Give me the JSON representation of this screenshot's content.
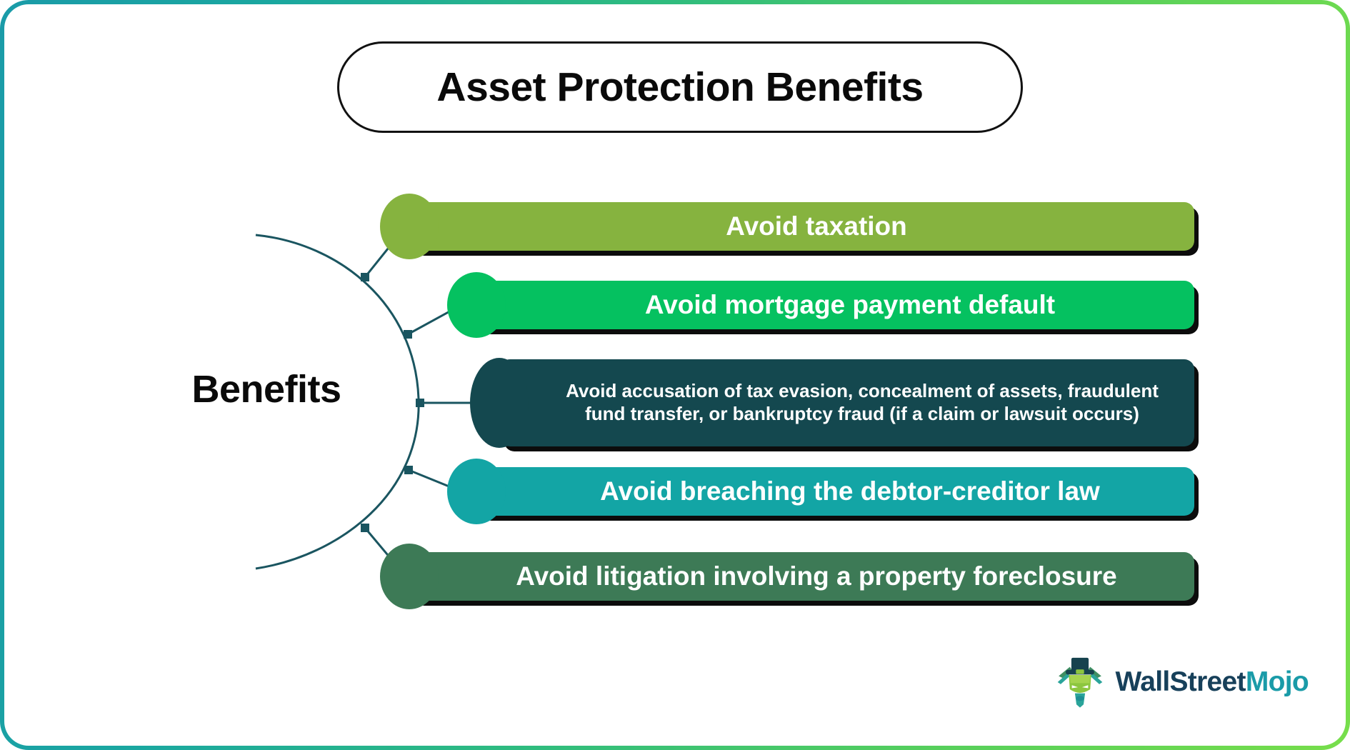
{
  "title": "Asset Protection Benefits",
  "root_label": "Benefits",
  "branches": [
    {
      "label": "Avoid taxation",
      "color": "#86b33f"
    },
    {
      "label": "Avoid mortgage payment default",
      "color": "#05c160"
    },
    {
      "label": "Avoid accusation of tax evasion, concealment of assets, fraudulent fund transfer, or bankruptcy fraud (if a claim or lawsuit occurs)",
      "color": "#14484f"
    },
    {
      "label": "Avoid breaching the debtor-creditor law",
      "color": "#13a5a5"
    },
    {
      "label": "Avoid litigation involving a property foreclosure",
      "color": "#3d7a56"
    }
  ],
  "logo": {
    "text_primary": "WallStreet",
    "text_accent": "Mojo",
    "primary_color": "#17405a",
    "accent_color": "#1a9ba8",
    "icon": "bull-mascot-tophat-icon"
  },
  "theme": {
    "border_gradient_start": "#1a9ba8",
    "border_gradient_end": "#77de4b",
    "connector_color": "#1a5560",
    "text_on_bar": "#ffffff",
    "title_text_color": "#0a0a0a",
    "card_background": "#ffffff"
  }
}
